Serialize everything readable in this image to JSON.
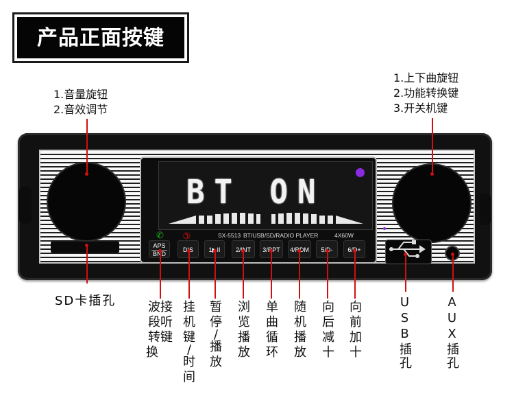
{
  "title": "产品正面按键",
  "left_notes": [
    "1.音量旋钮",
    "2.音效调节"
  ],
  "right_notes": [
    "1.上下曲旋钮",
    "2.功能转换键",
    "3.开关机键"
  ],
  "display": {
    "lcd_text": "BT ON",
    "model": "SX-5513",
    "mode_text": "BT/USB/SD/RADIO PLAYER",
    "power": "4X60W"
  },
  "buttons": [
    {
      "line1": "APS",
      "line2": "BND"
    },
    {
      "line1": "DIS",
      "line2": ""
    },
    {
      "line1": "1▶II",
      "line2": ""
    },
    {
      "line1": "2/INT",
      "line2": ""
    },
    {
      "line1": "3/RPT",
      "line2": ""
    },
    {
      "line1": "4/RDM",
      "line2": ""
    },
    {
      "line1": "5/D-",
      "line2": ""
    },
    {
      "line1": "6/D+",
      "line2": ""
    }
  ],
  "labels": {
    "sd": "SD卡插孔",
    "usb": "USB插孔",
    "aux": "AUX插孔",
    "button_labels": [
      [
        "波接",
        "段听",
        "转键",
        "换"
      ],
      [
        "挂",
        "机",
        "键",
        "/",
        "时",
        "间"
      ],
      [
        "暂",
        "停",
        "/",
        "播",
        "放"
      ],
      [
        "浏",
        "览",
        "播",
        "放"
      ],
      [
        "单",
        "曲",
        "循",
        "环"
      ],
      [
        "随",
        "机",
        "播",
        "放"
      ],
      [
        "向",
        "后",
        "减",
        "十"
      ],
      [
        "向",
        "前",
        "加",
        "十"
      ]
    ]
  },
  "colors": {
    "accent_red": "#d01010",
    "call_green": "#19b019",
    "indicator_purple": "#8a2be2"
  },
  "icons": [
    "phone-answer-icon",
    "phone-hangup-icon",
    "usb-icon"
  ]
}
